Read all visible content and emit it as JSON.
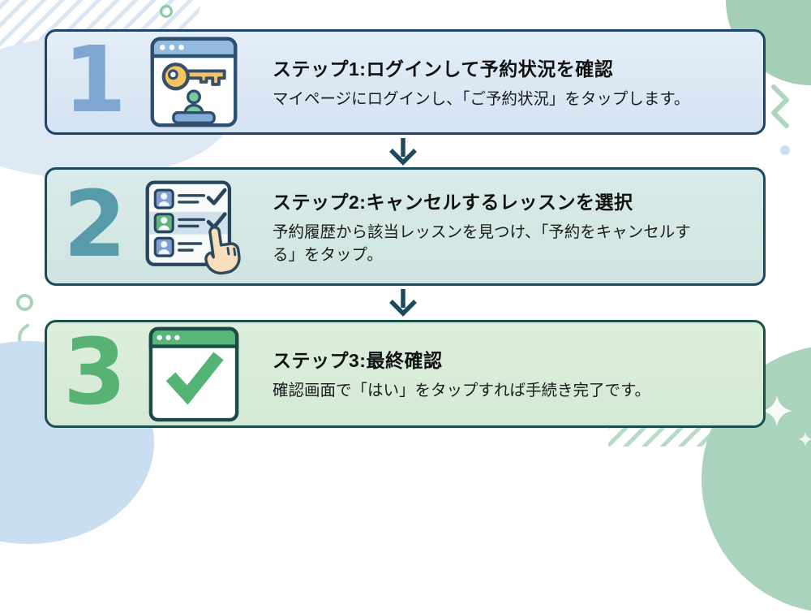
{
  "page": {
    "background_color": "#ffffff",
    "kind": "3-step cancellation instructions infographic (Japanese)"
  },
  "steps": [
    {
      "number": "1",
      "title": "ステップ1:ログインして予約状況を確認",
      "description": "マイページにログインし、「ご予約状況」をタップします。",
      "icon": "login-key-browser-icon",
      "number_color": "#7fa6d0",
      "card_bg": "#dce9f4",
      "border_color": "#1e4368"
    },
    {
      "number": "2",
      "title": "ステップ2:キャンセルするレッスンを選択",
      "description": "予約履歴から該当レッスンを見つけ、「予約をキャンセルする」をタップ。",
      "icon": "lesson-list-select-icon",
      "number_color": "#579aa9",
      "card_bg": "#d5e8e5",
      "border_color": "#194a5e"
    },
    {
      "number": "3",
      "title": "ステップ3:最終確認",
      "description": "確認画面で「はい」をタップすれば手続き完了です。",
      "icon": "confirm-check-browser-icon",
      "number_color": "#57b274",
      "card_bg": "#d9edda",
      "border_color": "#1b4f4d"
    }
  ],
  "arrows": {
    "count": 2,
    "direction": "down",
    "color": "#1d4a5e"
  },
  "decor": {
    "stripe_blue": "#d9e7f4",
    "stripe_green": "#b9dac6",
    "blob_blue_top_left": "#dde9f5",
    "blob_blue_bottom_left": "#cadef2",
    "blob_green_top_right": "#a5ceb6",
    "blob_green_bottom_right": "#a9d3bc",
    "ring_green": "#8cc8a4",
    "dot_blue": "#cbdff1",
    "chevron_green": "#aed6bd",
    "sparkle": "#ffffff"
  }
}
